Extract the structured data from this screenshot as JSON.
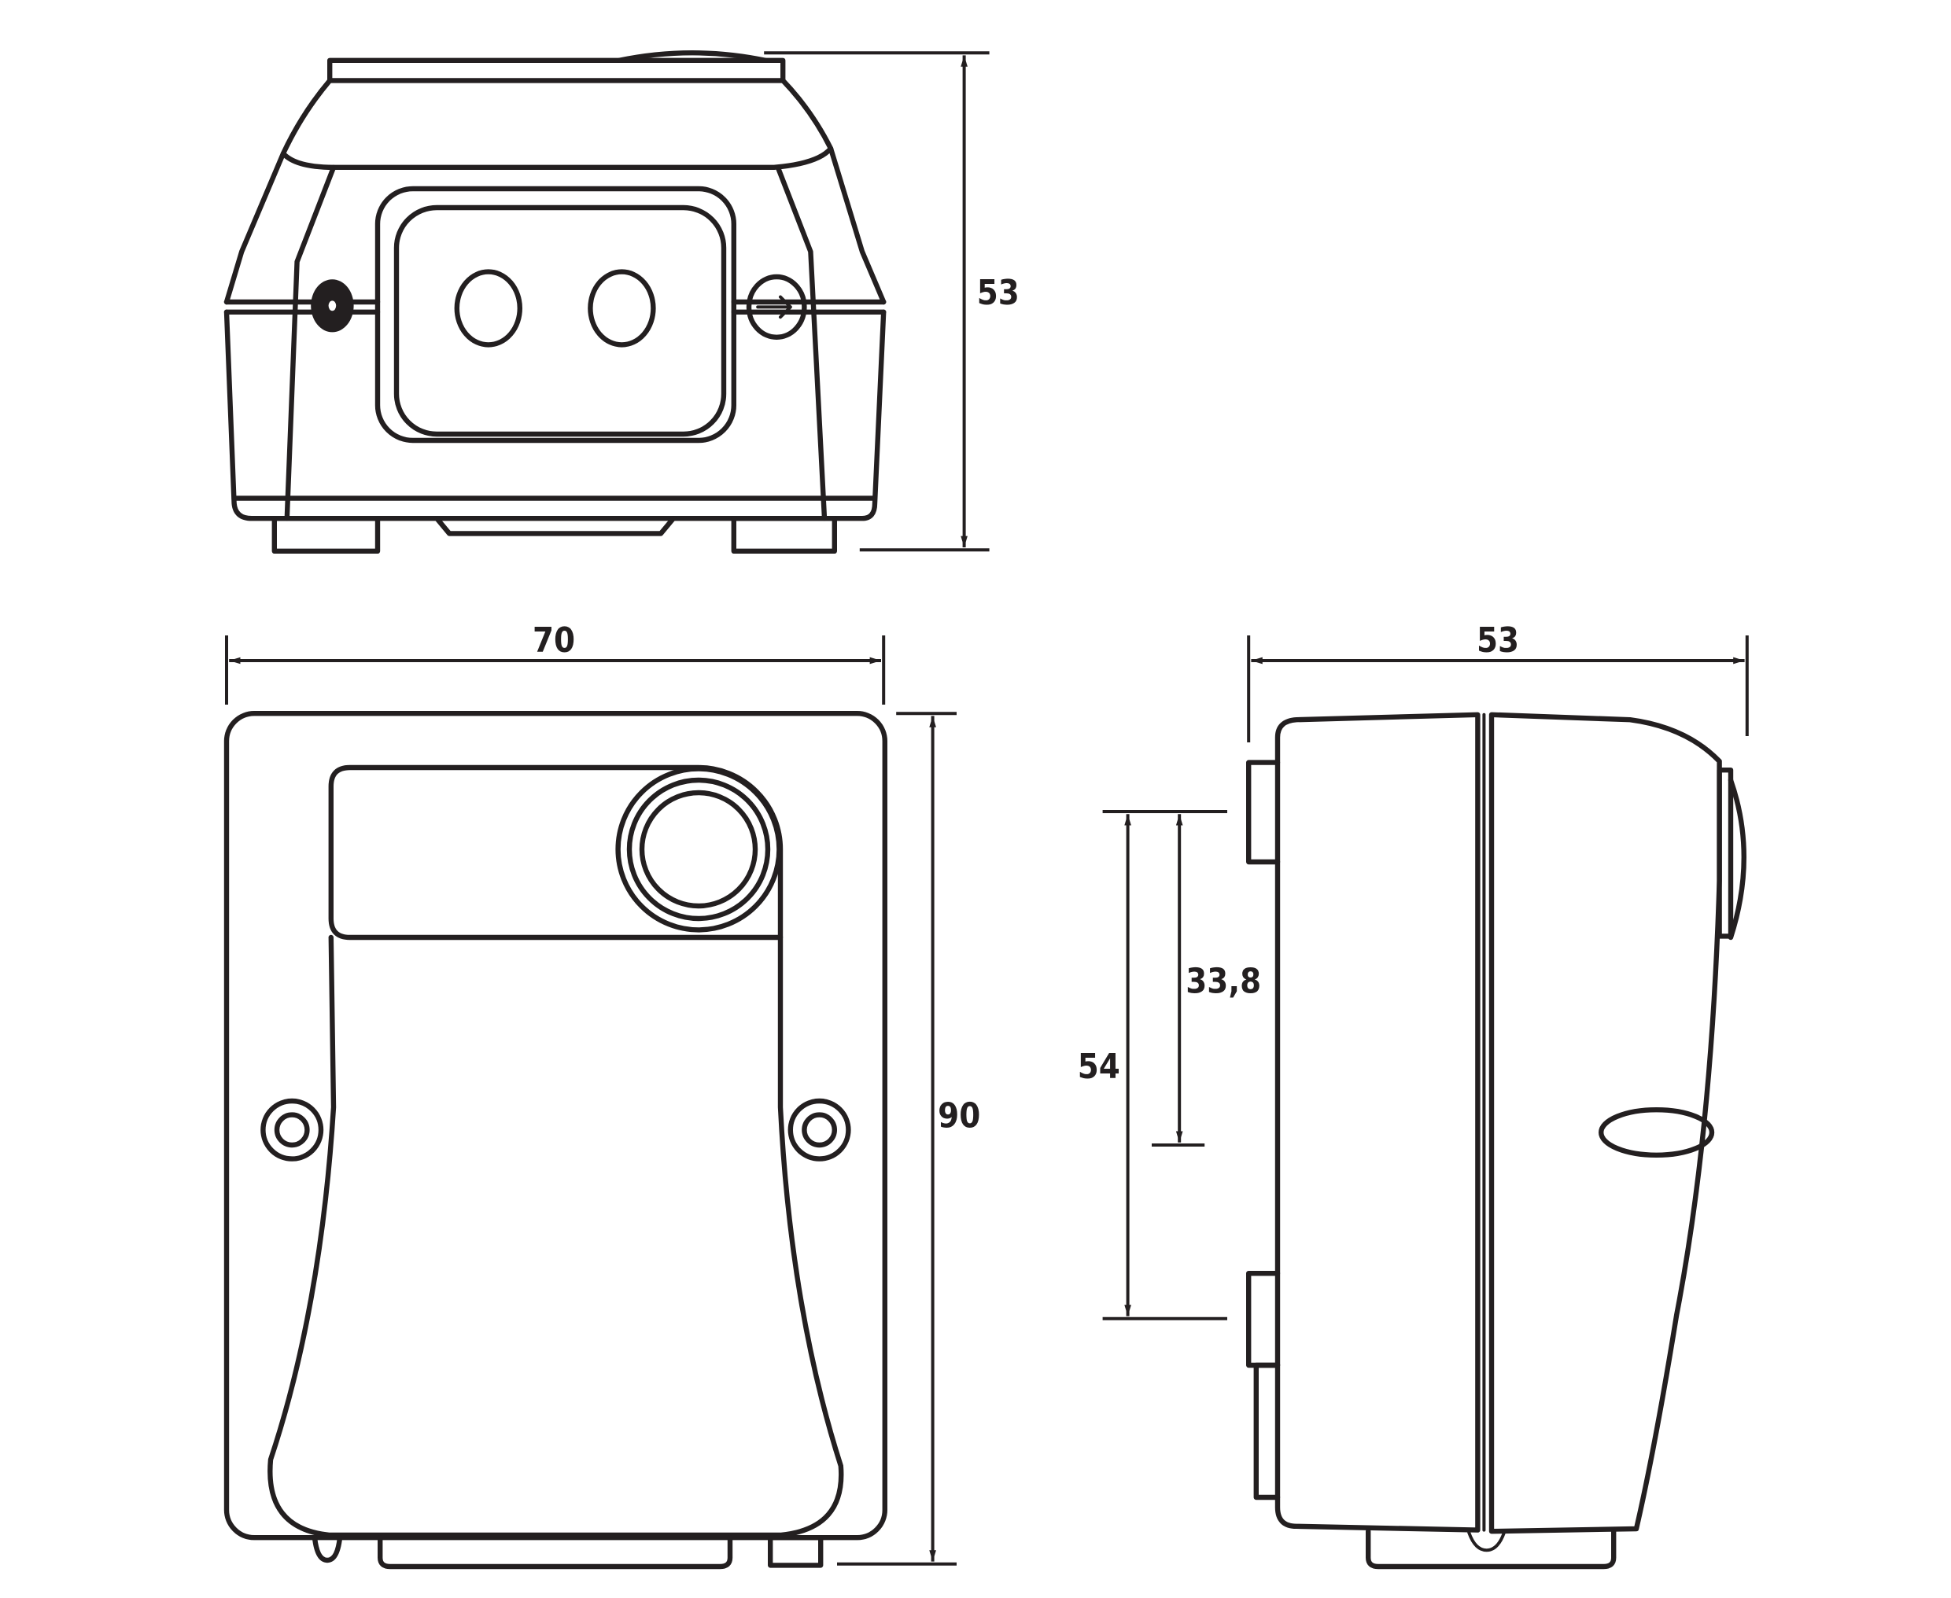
{
  "drawing": {
    "views": [
      "top-view",
      "front-view",
      "side-view"
    ],
    "dimensions": {
      "top_height": "53",
      "front_width": "70",
      "front_height": "90",
      "side_depth": "53",
      "side_hole_spacing": "54",
      "side_hole_offset": "33,8"
    },
    "line_color": "#231f20"
  }
}
